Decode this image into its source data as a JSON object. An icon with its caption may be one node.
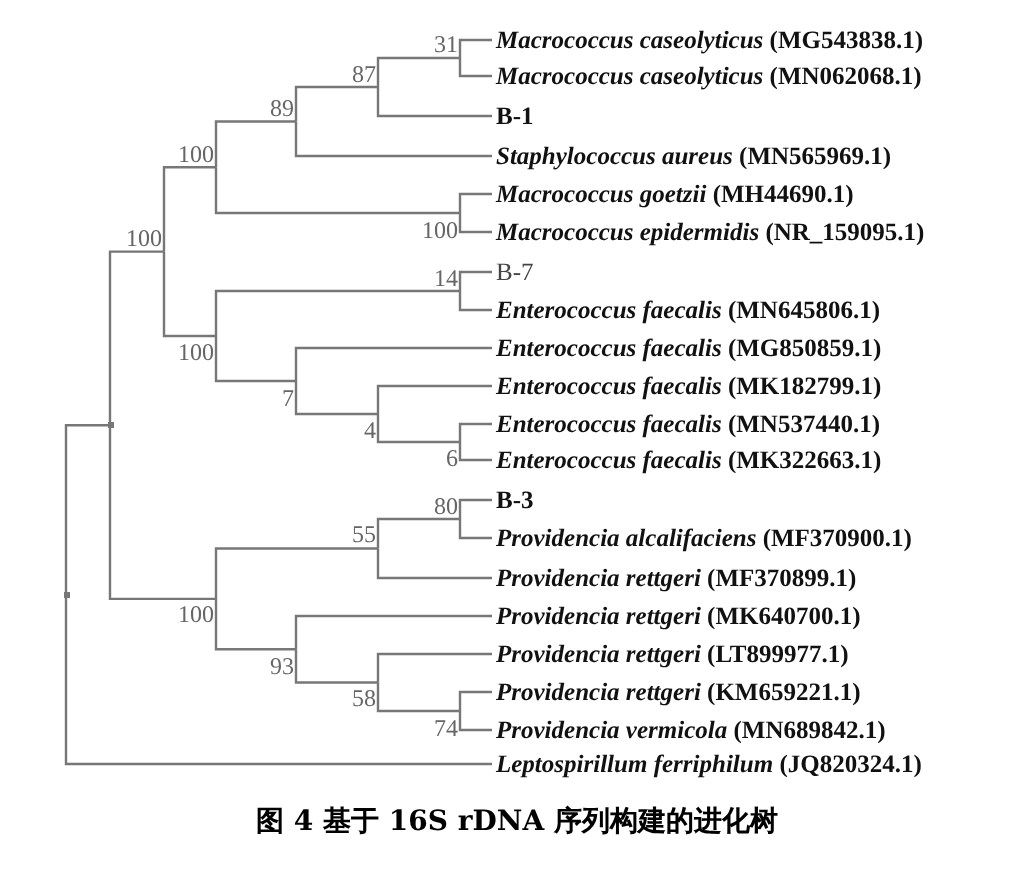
{
  "diagram": {
    "caption": "图 4 基于 16S rDNA 序列构建的进化树",
    "nodes": [
      {
        "text": [
          "*Macrococcus caseolyticus* (MG543838.1)"
        ]
      },
      {
        "text": [
          "*Macrococcus caseolyticus* (MN062068.1)"
        ]
      },
      {
        "text": [
          "B-1"
        ]
      },
      {
        "text": [
          "*Staphylococcus aureus* (MN565969.1)"
        ]
      },
      {
        "text": [
          "*Macrococcus goetzii* (MH44690.1)"
        ]
      },
      {
        "text": [
          "*Macrococcus epidermidis* (NR_159095.1)"
        ]
      },
      {
        "text": [
          "B-7"
        ]
      },
      {
        "text": [
          "*Enterococcus faecalis* (MN645806.1)"
        ]
      },
      {
        "text": [
          "*Enterococcus faecalis* (MG850859.1)"
        ]
      },
      {
        "text": [
          "*Enterococcus faecalis* (MK182799.1)"
        ]
      },
      {
        "text": [
          "*Enterococcus faecalis* (MN537440.1)"
        ]
      },
      {
        "text": [
          "*Enterococcus faecalis* (MK322663.1)"
        ]
      },
      {
        "text": [
          "B-3"
        ]
      },
      {
        "text": [
          "*Providencia alcalifaciens* (MF370900.1)"
        ]
      },
      {
        "text": [
          "*Providencia rettgeri* (MF370899.1)"
        ]
      },
      {
        "text": [
          "*Providencia rettgeri* (MK640700.1)"
        ]
      },
      {
        "text": [
          "*Providencia rettgeri* (LT899977.1)"
        ]
      },
      {
        "text": [
          "*Providencia rettgeri* (KM659221.1)"
        ]
      },
      {
        "text": [
          "*Providencia vermicola* (MN689842.1)"
        ]
      },
      {
        "text": [
          "*Leptospirillum ferriphilum* (JQ820324.1)"
        ]
      },
      {
        "text": [
          "31"
        ]
      },
      {
        "text": [
          "87"
        ]
      },
      {
        "text": [
          "89"
        ]
      },
      {
        "text": [
          "100"
        ]
      },
      {
        "text": [
          "100"
        ]
      },
      {
        "text": [
          "14"
        ]
      },
      {
        "text": [
          "6"
        ]
      },
      {
        "text": [
          "4"
        ]
      },
      {
        "text": [
          "7"
        ]
      },
      {
        "text": [
          "100"
        ]
      },
      {
        "text": [
          "100"
        ]
      },
      {
        "text": [
          "80"
        ]
      },
      {
        "text": [
          "55"
        ]
      },
      {
        "text": [
          "74"
        ]
      },
      {
        "text": [
          "58"
        ]
      },
      {
        "text": [
          "93"
        ]
      },
      {
        "text": [
          "100"
        ]
      },
      {
        "text": [],
        "shape": "point"
      },
      {
        "text": [],
        "shape": "point"
      }
    ],
    "edges": [
      {
        "from": 20,
        "to": 0,
        "arrow": "none"
      },
      {
        "from": 20,
        "to": 1,
        "arrow": "none"
      },
      {
        "from": 21,
        "to": 20,
        "arrow": "none"
      },
      {
        "from": 21,
        "to": 2,
        "arrow": "none"
      },
      {
        "from": 22,
        "to": 21,
        "arrow": "none"
      },
      {
        "from": 22,
        "to": 3,
        "arrow": "none"
      },
      {
        "from": 23,
        "to": 4,
        "arrow": "none"
      },
      {
        "from": 23,
        "to": 5,
        "arrow": "none"
      },
      {
        "from": 24,
        "to": 22,
        "arrow": "none"
      },
      {
        "from": 24,
        "to": 23,
        "arrow": "none"
      },
      {
        "from": 25,
        "to": 6,
        "arrow": "none"
      },
      {
        "from": 25,
        "to": 7,
        "arrow": "none"
      },
      {
        "from": 26,
        "to": 10,
        "arrow": "none"
      },
      {
        "from": 26,
        "to": 11,
        "arrow": "none"
      },
      {
        "from": 27,
        "to": 9,
        "arrow": "none"
      },
      {
        "from": 27,
        "to": 26,
        "arrow": "none"
      },
      {
        "from": 28,
        "to": 8,
        "arrow": "none"
      },
      {
        "from": 28,
        "to": 27,
        "arrow": "none"
      },
      {
        "from": 29,
        "to": 25,
        "arrow": "none"
      },
      {
        "from": 29,
        "to": 28,
        "arrow": "none"
      },
      {
        "from": 30,
        "to": 24,
        "arrow": "none"
      },
      {
        "from": 30,
        "to": 29,
        "arrow": "none"
      },
      {
        "from": 31,
        "to": 12,
        "arrow": "none"
      },
      {
        "from": 31,
        "to": 13,
        "arrow": "none"
      },
      {
        "from": 32,
        "to": 31,
        "arrow": "none"
      },
      {
        "from": 32,
        "to": 14,
        "arrow": "none"
      },
      {
        "from": 33,
        "to": 17,
        "arrow": "none"
      },
      {
        "from": 33,
        "to": 18,
        "arrow": "none"
      },
      {
        "from": 34,
        "to": 16,
        "arrow": "none"
      },
      {
        "from": 34,
        "to": 33,
        "arrow": "none"
      },
      {
        "from": 35,
        "to": 15,
        "arrow": "none"
      },
      {
        "from": 35,
        "to": 34,
        "arrow": "none"
      },
      {
        "from": 36,
        "to": 32,
        "arrow": "none"
      },
      {
        "from": 36,
        "to": 35,
        "arrow": "none"
      },
      {
        "from": 37,
        "to": 30,
        "arrow": "none"
      },
      {
        "from": 37,
        "to": 36,
        "arrow": "none"
      },
      {
        "from": 38,
        "to": 37,
        "arrow": "none"
      },
      {
        "from": 38,
        "to": 19,
        "arrow": "none"
      }
    ]
  }
}
